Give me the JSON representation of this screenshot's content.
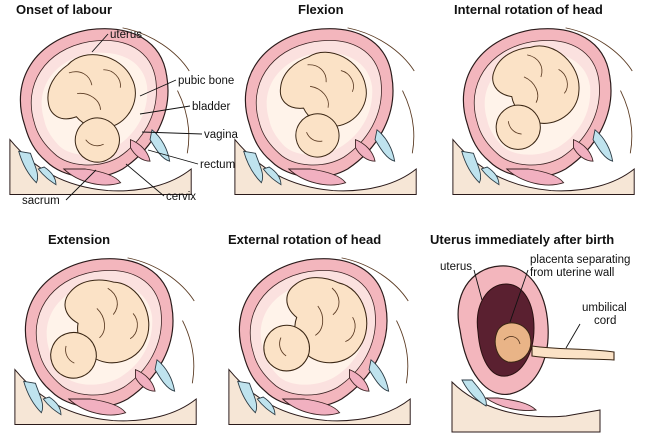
{
  "panels": [
    {
      "title": "Onset of labour"
    },
    {
      "title": "Flexion"
    },
    {
      "title": "Internal rotation of head"
    },
    {
      "title": "Extension"
    },
    {
      "title": "External rotation of head"
    },
    {
      "title": "Uterus immediately after birth"
    }
  ],
  "labels": {
    "uterus": "uterus",
    "pubic_bone": "pubic bone",
    "bladder": "bladder",
    "vagina": "vagina",
    "rectum": "rectum",
    "cervix": "cervix",
    "sacrum": "sacrum",
    "uterus_after": "uterus",
    "placenta_line1": "placenta separating",
    "placenta_line2": "from uterine wall",
    "umbilical_line1": "umbilical",
    "umbilical_line2": "cord"
  }
}
